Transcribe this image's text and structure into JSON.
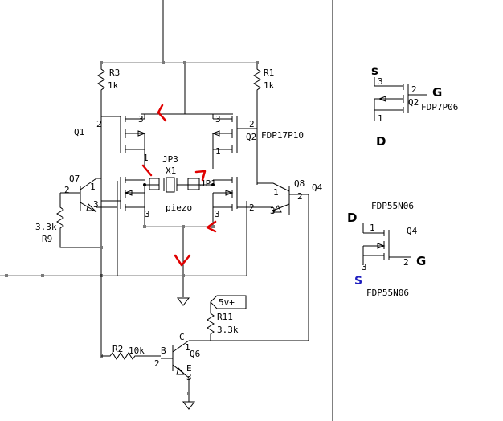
{
  "main_circuit": {
    "r3": {
      "ref": "R3",
      "value": "1k"
    },
    "r1": {
      "ref": "R1",
      "value": "1k"
    },
    "q1": {
      "ref": "Q1"
    },
    "q2": {
      "ref": "Q2",
      "part": "FDP17P10"
    },
    "q3": {
      "pin": "3"
    },
    "jp3": {
      "ref": "JP3"
    },
    "x1": {
      "ref": "X1",
      "label": "piezo"
    },
    "jp1": {
      "ref": "JP1"
    },
    "q7": {
      "ref": "Q7"
    },
    "q8": {
      "ref": "Q8"
    },
    "q4": {
      "ref": "Q4"
    },
    "r9": {
      "ref": "R9",
      "value": "3.3k"
    },
    "r11": {
      "ref": "R11",
      "value": "3.3k"
    },
    "supply": {
      "label": "5v+"
    },
    "r2": {
      "ref": "R2",
      "value": "10k"
    },
    "q6": {
      "ref": "Q6",
      "base": "B",
      "collector": "C",
      "emitter": "E"
    },
    "pins": {
      "one": "1",
      "two": "2",
      "three": "3"
    }
  },
  "legend_pmos": {
    "s": "s",
    "g": "G",
    "d": "D",
    "ref": "Q2",
    "part": "FDP7P06",
    "pin1": "1",
    "pin2": "2",
    "pin3": "3"
  },
  "legend_nmos": {
    "d": "D",
    "g": "G",
    "s": "S",
    "ref": "Q4",
    "part_top": "FDP55N06",
    "part_bottom": "FDP55N06",
    "pin1": "1",
    "pin2": "2",
    "pin3": "3"
  },
  "colors": {
    "wire": "#000000",
    "bus": "#7a7a7a",
    "annotation": "#e00000",
    "s_label": "#1f1fbf"
  }
}
